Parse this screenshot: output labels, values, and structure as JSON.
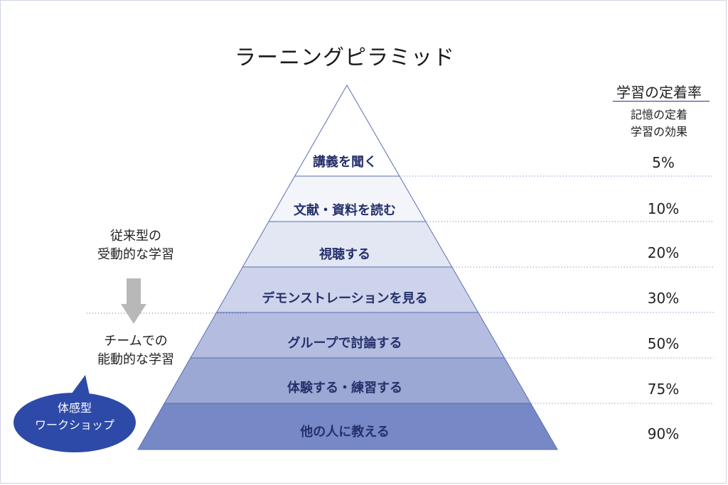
{
  "title": "ラーニングピラミッド",
  "retention_header": {
    "title": "学習の定着率",
    "subtitle_line1": "記憶の定着",
    "subtitle_line2": "学習の効果"
  },
  "levels": [
    {
      "label": "講義を聞く",
      "rate": "5%",
      "color": "#ffffff"
    },
    {
      "label": "文献・資料を読む",
      "rate": "10%",
      "color": "#f3f5fb"
    },
    {
      "label": "視聴する",
      "rate": "20%",
      "color": "#e3e7f3"
    },
    {
      "label": "デモンストレーションを見る",
      "rate": "30%",
      "color": "#cdd3ea"
    },
    {
      "label": "グループで討論する",
      "rate": "50%",
      "color": "#b4bddf"
    },
    {
      "label": "体験する・練習する",
      "rate": "75%",
      "color": "#9ba8d3"
    },
    {
      "label": "他の人に教える",
      "rate": "90%",
      "color": "#7689c6"
    }
  ],
  "passive": {
    "line1": "従来型の",
    "line2": "受動的な学習"
  },
  "active": {
    "line1": "チームでの",
    "line2": "能動的な学習"
  },
  "bubble": {
    "line1": "体感型",
    "line2": "ワークショップ"
  },
  "colors": {
    "outline": "#5a6db5",
    "dotted": "#5a6db5",
    "arrow": "#b8b8b8",
    "bubble": "#2d4aa8",
    "label_text": "#25306b"
  }
}
